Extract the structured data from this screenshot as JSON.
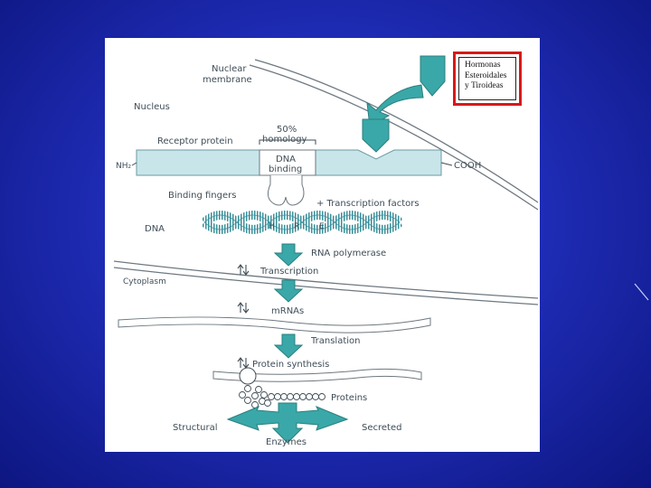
{
  "slide": {
    "background_color": "#1f2db8",
    "panel_color": "#ffffff",
    "callout_border_color": "#d81818"
  },
  "callout": {
    "lines": [
      "Hormonas",
      "Esteroidales",
      "y Tiroideas"
    ]
  },
  "diagram": {
    "shape_color": "#c8e6ea",
    "arrow_color": "#3aa8a8",
    "labels": {
      "nuclear_membrane_1": "Nuclear",
      "nuclear_membrane_2": "membrane",
      "nucleus": "Nucleus",
      "homology_1": "50%",
      "homology_2": "homology",
      "receptor_protein": "Receptor protein",
      "dna_binding_1": "DNA",
      "dna_binding_2": "binding",
      "nh2": "NH₂",
      "cooh": "COOH",
      "binding_fingers": "Binding fingers",
      "transcription_factors": "+ Transcription factors",
      "dna": "DNA",
      "hre_h": "H",
      "hre_r": "R",
      "hre_e": "E",
      "rna_polymerase": "RNA polymerase",
      "transcription": "Transcription",
      "cytoplasm": "Cytoplasm",
      "mrnas": "mRNAs",
      "translation": "Translation",
      "protein_synthesis": "Protein synthesis",
      "proteins": "Proteins",
      "structural": "Structural",
      "secreted": "Secreted",
      "enzymes": "Enzymes"
    }
  }
}
